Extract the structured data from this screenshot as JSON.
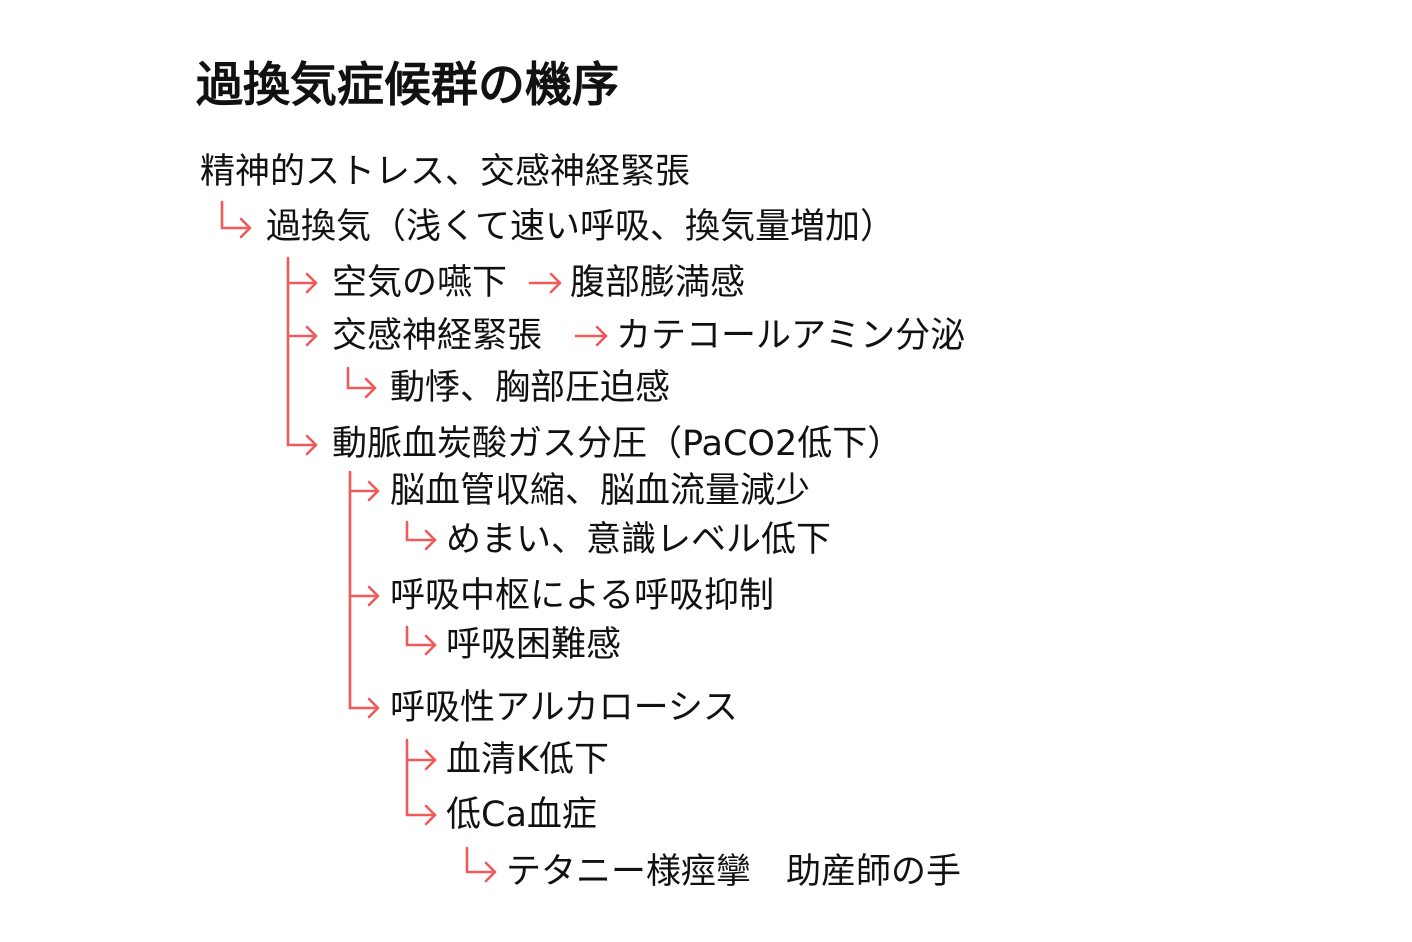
{
  "title": "過換気症候群の機序",
  "colors": {
    "text": "#111111",
    "connector": "#f05a5a"
  },
  "nodes": [
    {
      "id": "n1",
      "text": "精神的ストレス、交感神経緊張"
    },
    {
      "id": "n2",
      "text": "過換気（浅くて速い呼吸、換気量増加）"
    },
    {
      "id": "n3",
      "text": "空気の嚥下"
    },
    {
      "id": "n3b",
      "text": "腹部膨満感"
    },
    {
      "id": "n4",
      "text": "交感神経緊張"
    },
    {
      "id": "n4b",
      "text": "カテコールアミン分泌"
    },
    {
      "id": "n5",
      "text": "動悸、胸部圧迫感"
    },
    {
      "id": "n6",
      "text": "動脈血炭酸ガス分圧（PaCO2低下）"
    },
    {
      "id": "n7",
      "text": "脳血管収縮、脳血流量減少"
    },
    {
      "id": "n8",
      "text": "めまい、意識レベル低下"
    },
    {
      "id": "n9",
      "text": "呼吸中枢による呼吸抑制"
    },
    {
      "id": "n10",
      "text": "呼吸困難感"
    },
    {
      "id": "n11",
      "text": "呼吸性アルカローシス"
    },
    {
      "id": "n12",
      "text": "血清K低下"
    },
    {
      "id": "n13",
      "text": "低Ca血症"
    },
    {
      "id": "n14",
      "text": "テタニー様痙攣　助産師の手"
    }
  ]
}
